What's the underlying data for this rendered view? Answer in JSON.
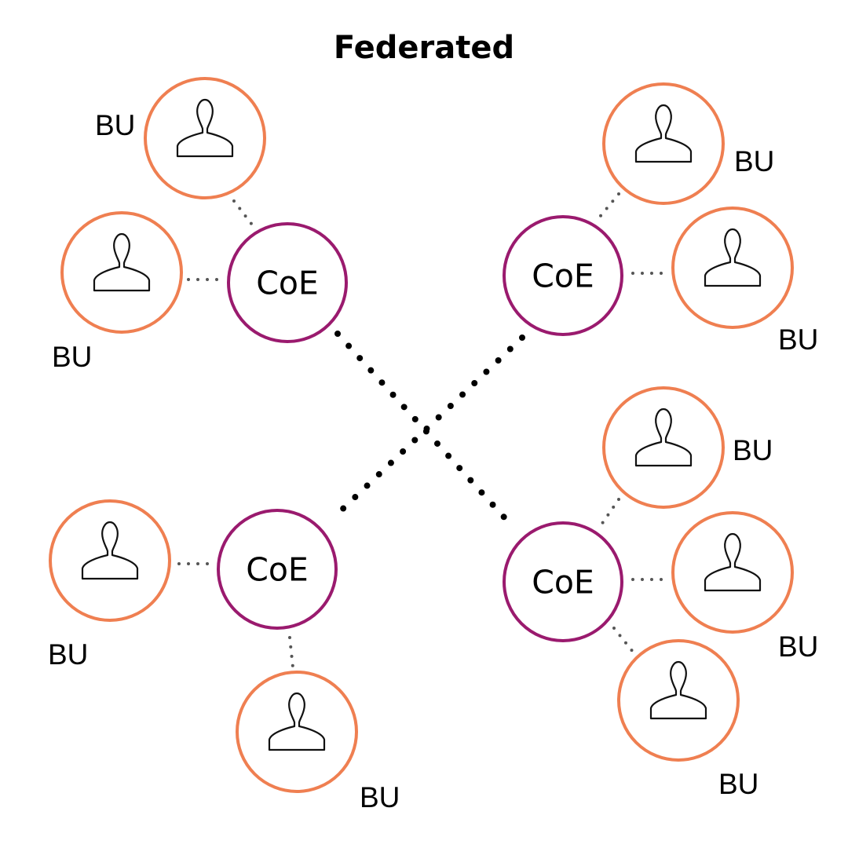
{
  "diagram": {
    "title": "Federated",
    "colors": {
      "coe_ring": "#9a1a6e",
      "bu_ring": "#ef7f51",
      "icon_stroke": "#111111",
      "link_major": "#000000",
      "link_minor": "#555555",
      "background": "#ffffff"
    },
    "coe_nodes": [
      {
        "id": "coe-1",
        "label": "CoE"
      },
      {
        "id": "coe-2",
        "label": "CoE"
      },
      {
        "id": "coe-3",
        "label": "CoE"
      },
      {
        "id": "coe-4",
        "label": "CoE"
      }
    ],
    "bu_nodes": [
      {
        "id": "bu-1",
        "label": "BU",
        "icon": "person-icon",
        "coe": "coe-1"
      },
      {
        "id": "bu-2",
        "label": "BU",
        "icon": "person-icon",
        "coe": "coe-1"
      },
      {
        "id": "bu-3",
        "label": "BU",
        "icon": "person-icon",
        "coe": "coe-2"
      },
      {
        "id": "bu-4",
        "label": "BU",
        "icon": "person-icon",
        "coe": "coe-2"
      },
      {
        "id": "bu-5",
        "label": "BU",
        "icon": "person-icon",
        "coe": "coe-3"
      },
      {
        "id": "bu-6",
        "label": "BU",
        "icon": "person-icon",
        "coe": "coe-3"
      },
      {
        "id": "bu-7",
        "label": "BU",
        "icon": "person-icon",
        "coe": "coe-4"
      },
      {
        "id": "bu-8",
        "label": "BU",
        "icon": "person-icon",
        "coe": "coe-4"
      },
      {
        "id": "bu-9",
        "label": "BU",
        "icon": "person-icon",
        "coe": "coe-4"
      }
    ],
    "coe_links": [
      {
        "from": "coe-1",
        "to": "coe-4"
      },
      {
        "from": "coe-2",
        "to": "coe-3"
      }
    ]
  }
}
